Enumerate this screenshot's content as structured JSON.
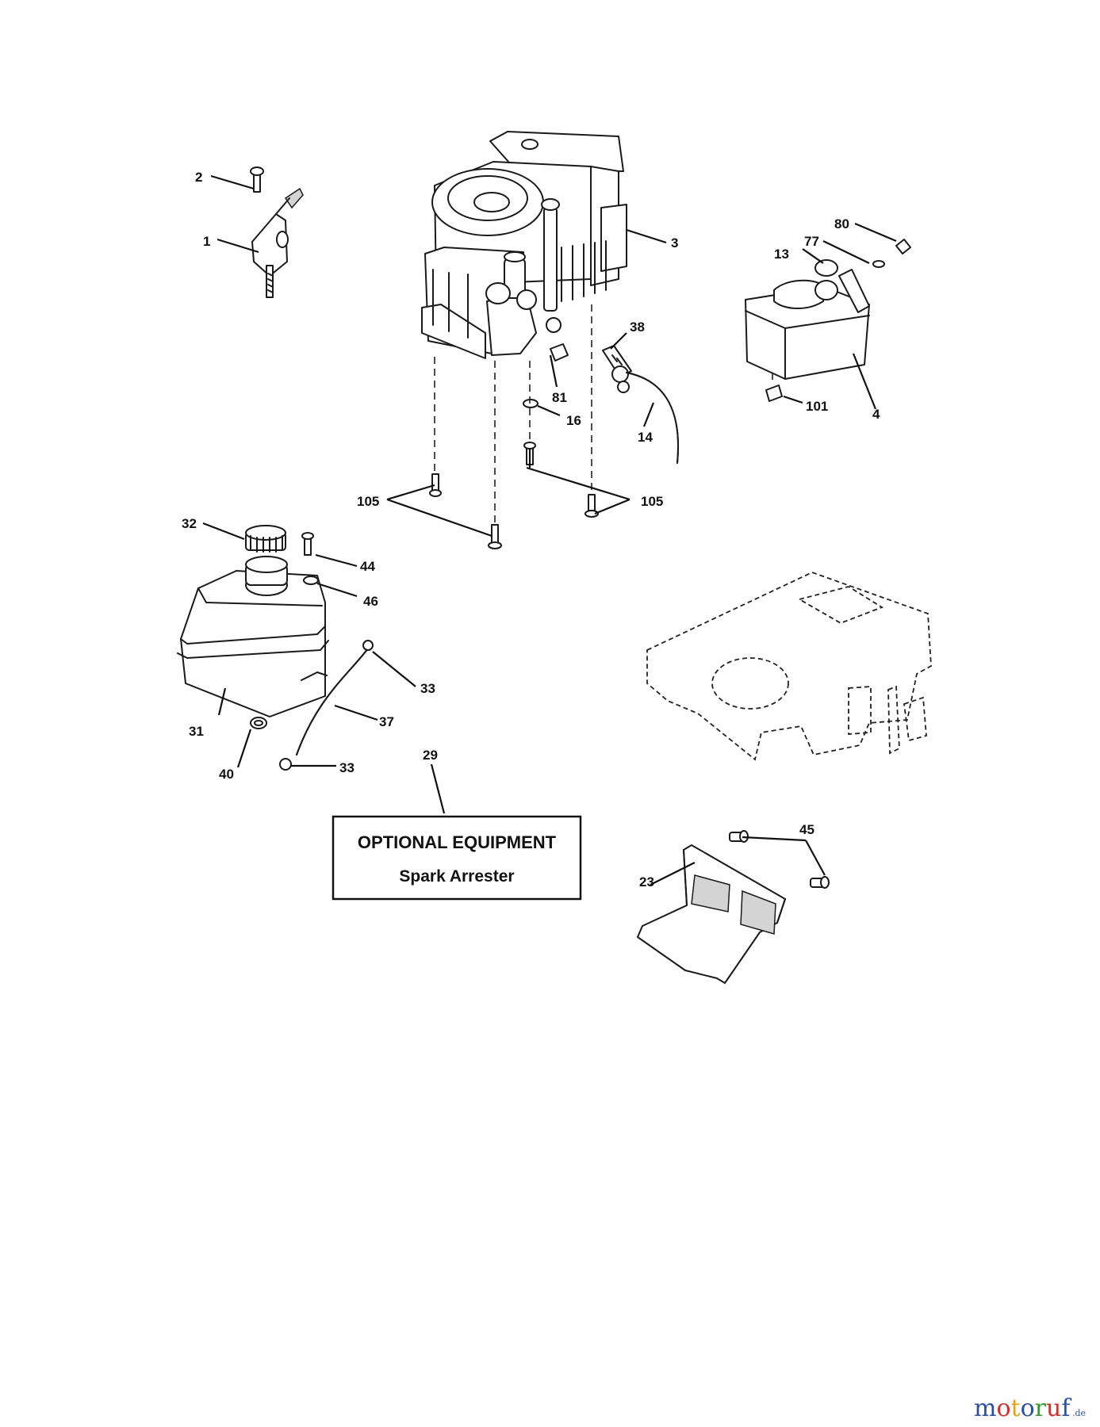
{
  "callouts": {
    "c1": "1",
    "c2": "2",
    "c3": "3",
    "c4": "4",
    "c13": "13",
    "c14": "14",
    "c16": "16",
    "c23": "23",
    "c29": "29",
    "c31": "31",
    "c32": "32",
    "c33a": "33",
    "c33b": "33",
    "c37": "37",
    "c38": "38",
    "c40": "40",
    "c44": "44",
    "c45": "45",
    "c46": "46",
    "c77": "77",
    "c80": "80",
    "c81": "81",
    "c101": "101",
    "c105a": "105",
    "c105b": "105"
  },
  "optional_box": {
    "title": "OPTIONAL EQUIPMENT",
    "subtitle": "Spark Arrester"
  },
  "watermark": {
    "brand": "motoruf",
    "suffix": ".de",
    "colors": [
      "#2a4fa8",
      "#d0312d",
      "#e3a21a",
      "#2a4fa8",
      "#3a9a3a",
      "#d0312d",
      "#2a4fa8"
    ]
  }
}
